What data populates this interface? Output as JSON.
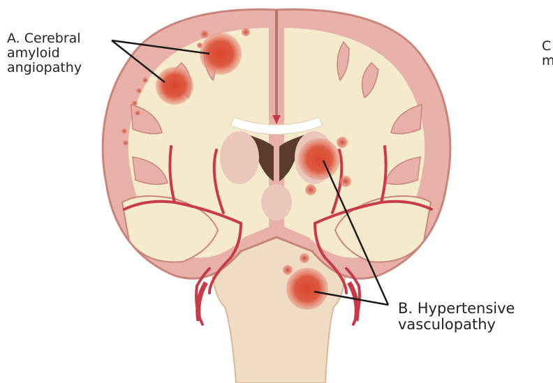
{
  "labels": {
    "a": {
      "line1": "A. Cerebral",
      "line2": "amyloid",
      "line3": "angiopathy"
    },
    "b": {
      "line1": "B. Hypertensive",
      "line2": "vasculopathy"
    },
    "c_partial": {
      "line1": "C",
      "line2": "m"
    }
  },
  "colors": {
    "cortex": "#e7b0a8",
    "cortex_edge": "#c98579",
    "white_matter": "#f6eacc",
    "vessel": "#c93a48",
    "hemorrhage": "#d9533e",
    "brainstem": "#f0dcc4",
    "ventricle": "#5a3b2c",
    "leader_line": "#1a1a1a"
  }
}
